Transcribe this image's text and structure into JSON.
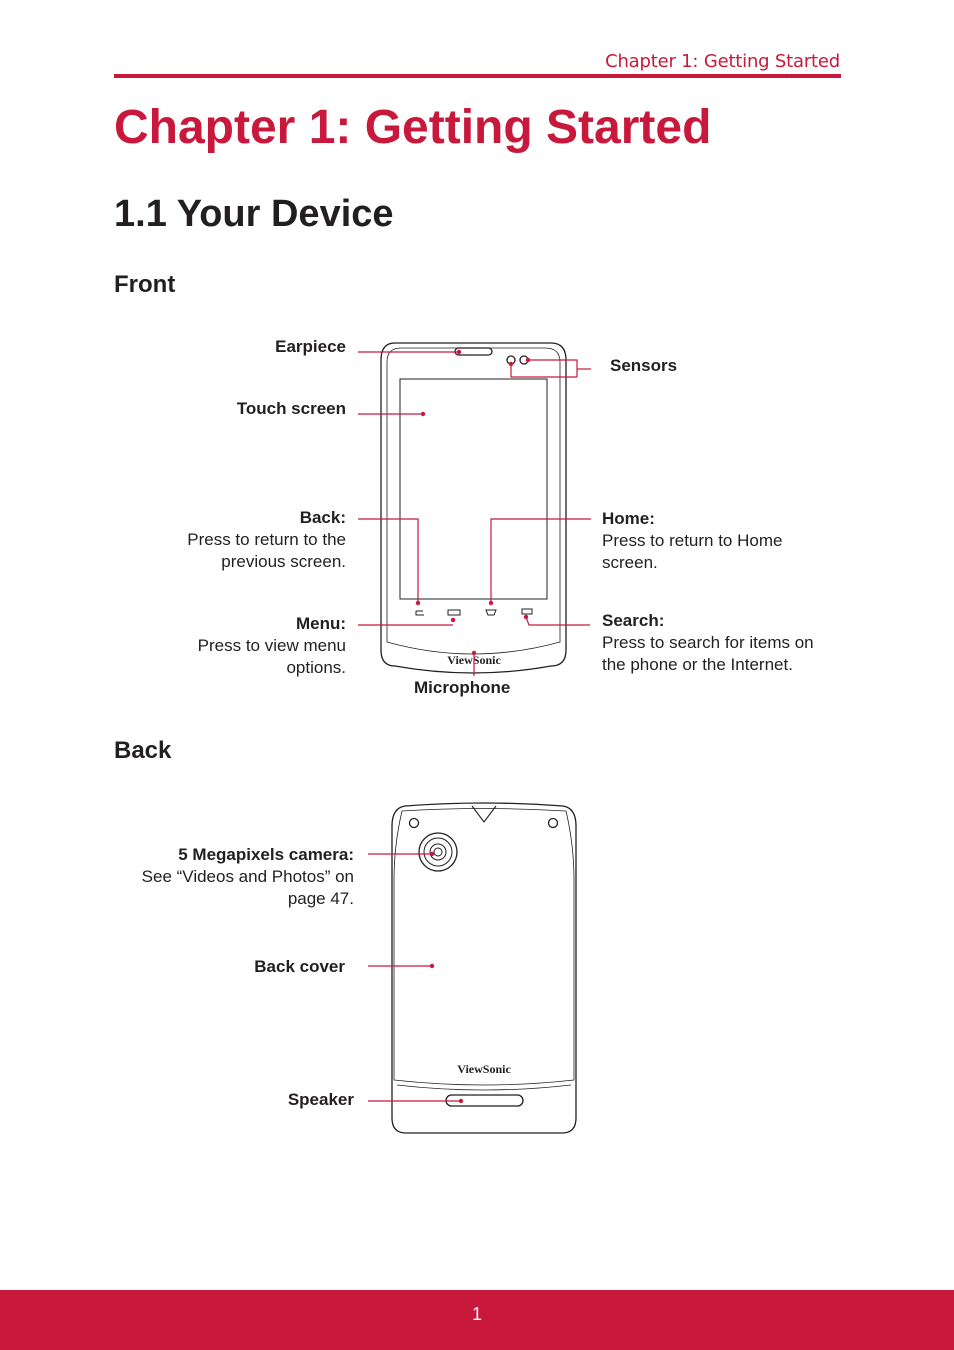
{
  "header": {
    "running_head": "Chapter 1: Getting Started"
  },
  "chapter_title": "Chapter 1: Getting Started",
  "section_title": "1.1 Your Device",
  "front": {
    "heading": "Front",
    "earpiece": "Earpiece",
    "touch_screen": "Touch screen",
    "sensors": "Sensors",
    "back_title": "Back:",
    "back_desc_1": "Press to return to the",
    "back_desc_2": "previous screen.",
    "home_title": "Home:",
    "home_desc_1": "Press to return to Home",
    "home_desc_2": "screen.",
    "menu_title": "Menu:",
    "menu_desc_1": "Press to view menu",
    "menu_desc_2": "options.",
    "search_title": "Search:",
    "search_desc_1": "Press to search for items on",
    "search_desc_2": "the phone or the Internet.",
    "microphone": "Microphone",
    "brand": "ViewSonic"
  },
  "back": {
    "heading": "Back",
    "camera_title": "5 Megapixels camera:",
    "camera_desc_1": "See “Videos and Photos” on",
    "camera_desc_2": "page 47.",
    "back_cover": "Back cover",
    "speaker": "Speaker",
    "brand": "ViewSonic"
  },
  "footer": {
    "page_number": "1"
  },
  "colors": {
    "accent": "#c8193c",
    "text": "#231f20"
  }
}
